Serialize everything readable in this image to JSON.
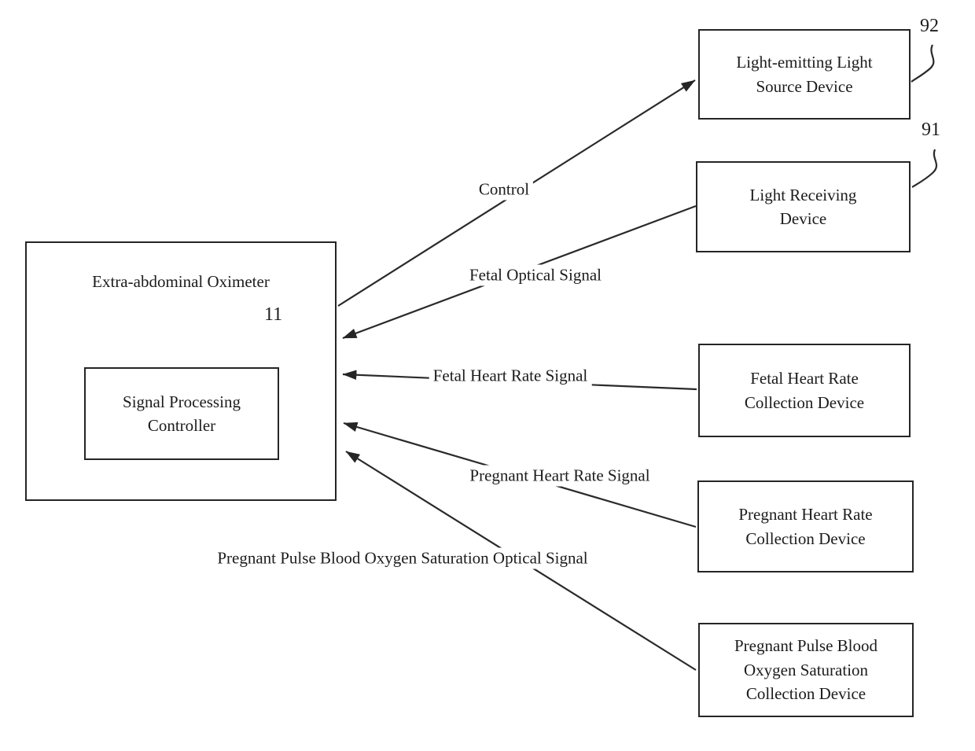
{
  "diagram": {
    "colors": {
      "ink": "#1c1c1c",
      "line": "#2a2a2a",
      "background": "#ffffff"
    },
    "nodes": {
      "oximeter": {
        "label": "Extra-abdominal Oximeter"
      },
      "controller": {
        "label": "Signal Processing Controller",
        "ref": "11"
      },
      "light_source": {
        "label": "Light-emitting Light Source Device",
        "ref": "92"
      },
      "light_receiver": {
        "label": "Light Receiving Device",
        "ref": "91"
      },
      "fetal_hr": {
        "label": "Fetal Heart Rate Collection Device"
      },
      "pregnant_hr": {
        "label": "Pregnant Heart Rate Collection Device"
      },
      "pregnant_spo2": {
        "label": "Pregnant Pulse Blood Oxygen Saturation Collection Device"
      }
    },
    "edges": {
      "control": {
        "label": "Control",
        "from": "oximeter",
        "to": "light_source"
      },
      "fetal_optical": {
        "label": "Fetal Optical Signal",
        "from": "light_receiver",
        "to": "oximeter"
      },
      "fetal_hr_signal": {
        "label": "Fetal Heart Rate Signal",
        "from": "fetal_hr",
        "to": "oximeter"
      },
      "pregnant_hr_signal": {
        "label": "Pregnant Heart Rate Signal",
        "from": "pregnant_hr",
        "to": "oximeter"
      },
      "pregnant_spo2_signal": {
        "label": "Pregnant Pulse Blood Oxygen Saturation Optical Signal",
        "from": "pregnant_spo2",
        "to": "oximeter"
      }
    }
  }
}
